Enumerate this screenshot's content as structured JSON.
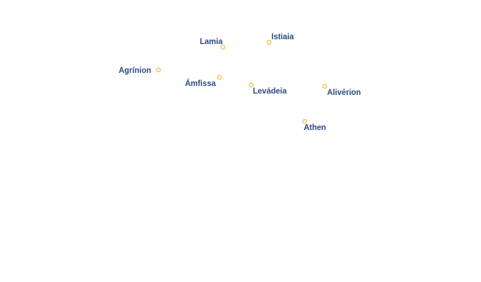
{
  "map": {
    "marker_color": "#f0c24f",
    "label_color": "#2b4a7e",
    "cities": [
      {
        "id": "lamia",
        "name": "Lamia"
      },
      {
        "id": "istiaia",
        "name": "Istiaia"
      },
      {
        "id": "agrinion",
        "name": "Agrínion"
      },
      {
        "id": "amfissa",
        "name": "Ámfissa"
      },
      {
        "id": "levadeia",
        "name": "Levádeia"
      },
      {
        "id": "aliverion",
        "name": "Alivérion"
      },
      {
        "id": "athen",
        "name": "Athen"
      }
    ]
  }
}
